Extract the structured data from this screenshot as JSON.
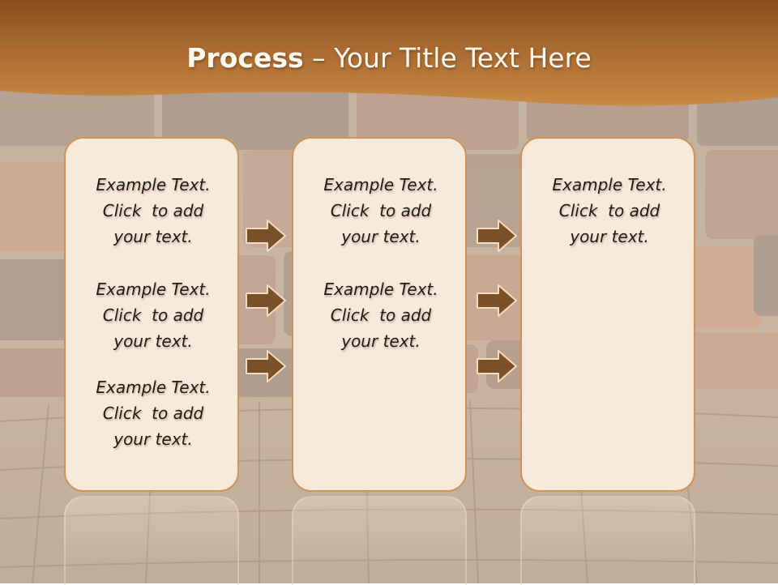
{
  "slide": {
    "title_bold": "Process",
    "title_rest": " – Your Title Text Here",
    "colors": {
      "header": "#b8712f",
      "card_fill": "#f8eadb",
      "card_border": "#cf9358",
      "arrow": "#7b5129"
    }
  },
  "columns": [
    {
      "items": [
        {
          "line1": "Example Text.",
          "line2": "Click  to add",
          "line3": "your text."
        },
        {
          "line1": "Example Text.",
          "line2": "Click  to add",
          "line3": "your text."
        },
        {
          "line1": "Example Text.",
          "line2": "Click  to add",
          "line3": "your text."
        }
      ]
    },
    {
      "items": [
        {
          "line1": "Example Text.",
          "line2": "Click  to add",
          "line3": "your text."
        },
        {
          "line1": "Example Text.",
          "line2": "Click  to add",
          "line3": "your text."
        }
      ]
    },
    {
      "items": [
        {
          "line1": "Example Text.",
          "line2": "Click  to add",
          "line3": "your text."
        }
      ]
    }
  ],
  "arrows": {
    "icon": "right-arrow-icon"
  }
}
